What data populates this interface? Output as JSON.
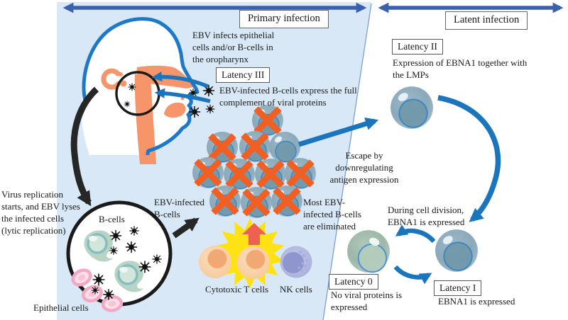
{
  "diagram": {
    "title_primary": "Primary infection",
    "title_latent": "Latent infection",
    "infect_text": "EBV infects epithelial cells and/or B-cells in the oropharynx",
    "latency3_label": "Latency III",
    "latency3_text": "EBV-infected B-cells express the full complement of viral proteins",
    "ebv_infected_label": "EBV-infected B-cells",
    "most_eliminated_text": "Most EBV-infected B-cells are eliminated",
    "escape_text": "Escape by downregulating antigen expression",
    "virus_replication_text": "Virus replication starts, and EBV lyses the infected cells (lytic replication)",
    "bcells_label": "B-cells",
    "epithelial_label": "Epithelial cells",
    "cytotoxic_label": "Cytotoxic T cells",
    "nk_label": "NK cells",
    "latency2_label": "Latency II",
    "latency2_text": "Expression of EBNA1 together with the LMPs",
    "division_text": "During cell division, EBNA1 is expressed",
    "latency0_label": "Latency 0",
    "latency0_text": "No viral proteins is expressed",
    "latency1_label": "Latency I",
    "latency1_text": "EBNA1 is expressed"
  },
  "colors": {
    "background_zone": "#d9e8f7",
    "axis_arrow": "#3c61ac",
    "flow_arrow": "#1b75bc",
    "head_outline": "#1e78c8",
    "anatomy_orange": "#f6946a",
    "cross_orange": "#f15f22",
    "starburst_yellow": "#ffe214",
    "kill_arrow_red": "#ee6150",
    "bcell_blue": "#8aa9ba",
    "bcell_green": "#a3bfae",
    "tcell_peach": "#f6c99d",
    "nk_lavender": "#aab0dd",
    "epithelial_pink": "#f3a9c4",
    "virus_black": "#111111"
  }
}
